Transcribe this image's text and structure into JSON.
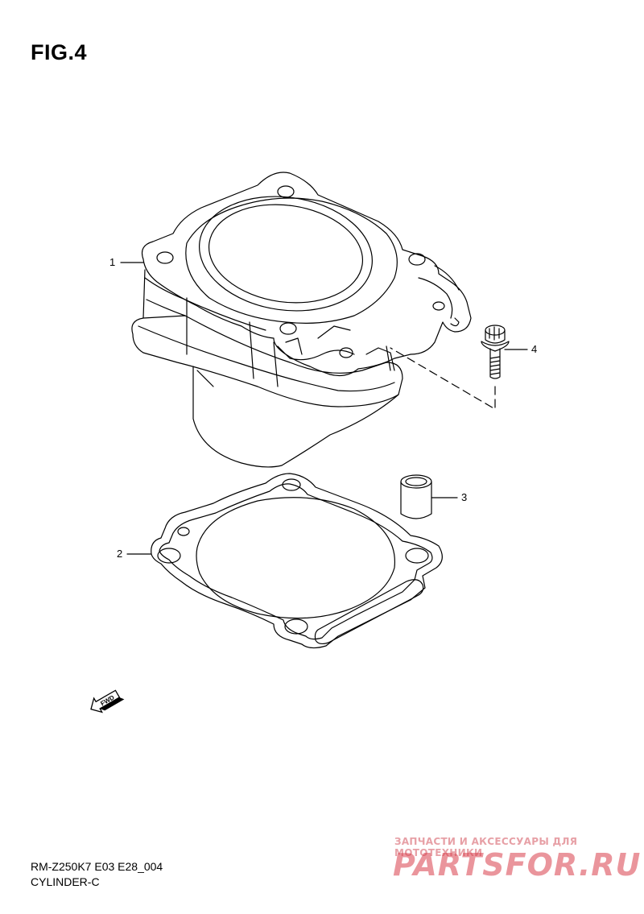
{
  "figure": {
    "title": "FIG.4"
  },
  "callouts": [
    {
      "id": "1",
      "label": "1"
    },
    {
      "id": "2",
      "label": "2"
    },
    {
      "id": "3",
      "label": "3"
    },
    {
      "id": "4",
      "label": "4"
    }
  ],
  "parts": [
    {
      "callout": "1",
      "icon": "cylinder-icon"
    },
    {
      "callout": "2",
      "icon": "gasket-icon"
    },
    {
      "callout": "3",
      "icon": "dowel-pin-icon"
    },
    {
      "callout": "4",
      "icon": "bolt-icon"
    }
  ],
  "direction": {
    "icon": "fwd-arrow-icon",
    "label": "FWD"
  },
  "footer": {
    "code": "RM-Z250K7 E03 E28_004",
    "name": "CYLINDER-C"
  },
  "watermark": {
    "tagline": "ЗАПЧАСТИ И АКСЕССУАРЫ ДЛЯ МОТОТЕХНИКИ",
    "logo": "PARTSFOR.RU"
  }
}
